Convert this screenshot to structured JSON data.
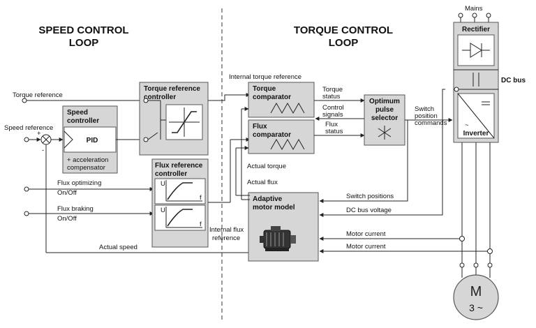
{
  "headings": {
    "speed_line1": "SPEED CONTROL",
    "speed_line2": "LOOP",
    "torque_line1": "TORQUE CONTROL",
    "torque_line2": "LOOP"
  },
  "blocks": {
    "speed_controller_1": "Speed",
    "speed_controller_2": "controller",
    "pid": "PID",
    "accel_1": "+ acceleration",
    "accel_2": "compensator",
    "torque_ref_ctrl_1": "Torque reference",
    "torque_ref_ctrl_2": "controller",
    "flux_ref_ctrl_1": "Flux reference",
    "flux_ref_ctrl_2": "controller",
    "torque_comp_1": "Torque",
    "torque_comp_2": "comparator",
    "flux_comp_1": "Flux",
    "flux_comp_2": "comparator",
    "optimum_1": "Optimum",
    "optimum_2": "pulse",
    "optimum_3": "selector",
    "adaptive_1": "Adaptive",
    "adaptive_2": "motor model",
    "rectifier": "Rectifier",
    "inverter": "Inverter",
    "dc_bus": "DC bus",
    "mains": "Mains",
    "motor_m": "M",
    "motor_phase": "3 ~",
    "graph_u1": "U",
    "graph_f1": "f",
    "graph_u2": "U",
    "graph_f2": "f"
  },
  "signals": {
    "torque_reference": "Torque reference",
    "speed_reference": "Speed reference",
    "plus": "+",
    "minus": "-",
    "flux_opt_1": "Flux optimizing",
    "flux_opt_2": "On/Off",
    "flux_brake_1": "Flux braking",
    "flux_brake_2": "On/Off",
    "internal_torque_ref": "Internal torque reference",
    "internal_flux_1": "Internal flux",
    "internal_flux_2": "reference",
    "torque_status_1": "Torque",
    "torque_status_2": "status",
    "control_signals_1": "Control",
    "control_signals_2": "signals",
    "flux_status_1": "Flux",
    "flux_status_2": "status",
    "switch_pos_cmd_1": "Switch",
    "switch_pos_cmd_2": "position",
    "switch_pos_cmd_3": "commands",
    "actual_torque": "Actual torque",
    "actual_flux": "Actual flux",
    "switch_positions": "Switch positions",
    "dc_bus_voltage": "DC bus voltage",
    "motor_current_1": "Motor current",
    "motor_current_2": "Motor current",
    "actual_speed": "Actual speed"
  }
}
